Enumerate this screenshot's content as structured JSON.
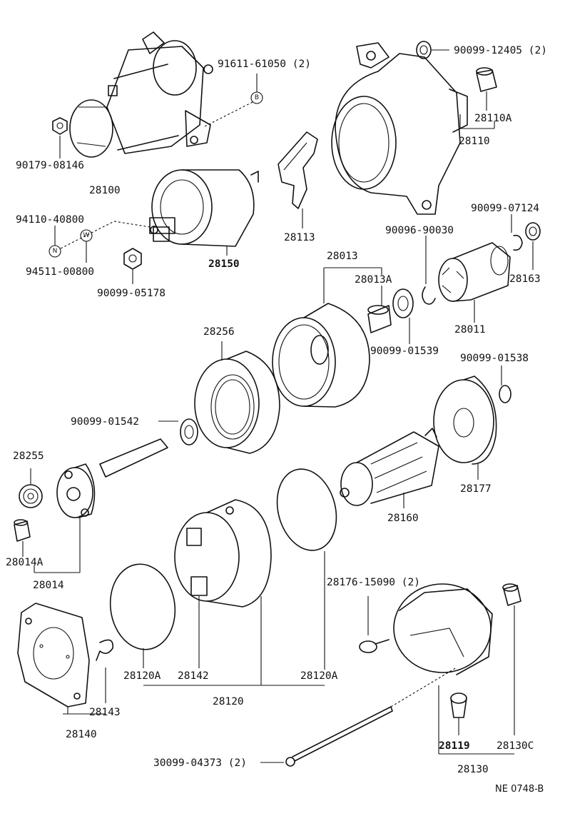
{
  "labels": {
    "p91611": "91611-61050 (2)",
    "p90099_12405": "90099-12405 (2)",
    "p90179": "90179-08146",
    "p28100": "28100",
    "p28110A": "28110A",
    "p28110": "28110",
    "p94110": "94110-40800",
    "p94511": "94511-00800",
    "p90099_05178": "90099-05178",
    "p28150": "28150",
    "p28113": "28113",
    "p90099_07124": "90099-07124",
    "p90096": "90096-90030",
    "p28163": "28163",
    "p28013": "28013",
    "p28013A": "28013A",
    "p28011": "28011",
    "p28256": "28256",
    "p90099_01539": "90099-01539",
    "p90099_01538": "90099-01538",
    "p90099_01542": "90099-01542",
    "p28255": "28255",
    "p28177": "28177",
    "p28160": "28160",
    "p28014A": "28014A",
    "p28014": "28014",
    "p28176": "28176-15090 (2)",
    "p28120A_left": "28120A",
    "p28142": "28142",
    "p28120A_right": "28120A",
    "p28120": "28120",
    "p28143": "28143",
    "p28140": "28140",
    "p28119": "28119",
    "p28130C": "28130C",
    "p28130": "28130",
    "p30099": "30099-04373 (2)",
    "ref": "NE 0748-B"
  },
  "markers": {
    "b": "B",
    "n": "N",
    "w": "W"
  }
}
